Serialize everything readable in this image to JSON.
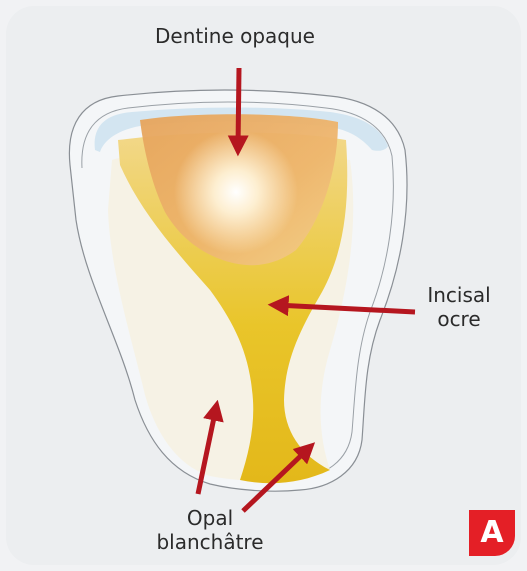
{
  "labels": {
    "dentine": "Dentine opaque",
    "incisal_line1": "Incisal",
    "incisal_line2": "ocre",
    "opal_line1": "Opal",
    "opal_line2": "blanchâtre"
  },
  "badge": {
    "text": "A"
  },
  "colors": {
    "arrow": "#b5161f",
    "badge": "#e41f26",
    "dentine": "#e6a05a",
    "ocre": "#e8c21a",
    "enamel": "#cfe3ef",
    "outline": "#8a8f95"
  }
}
